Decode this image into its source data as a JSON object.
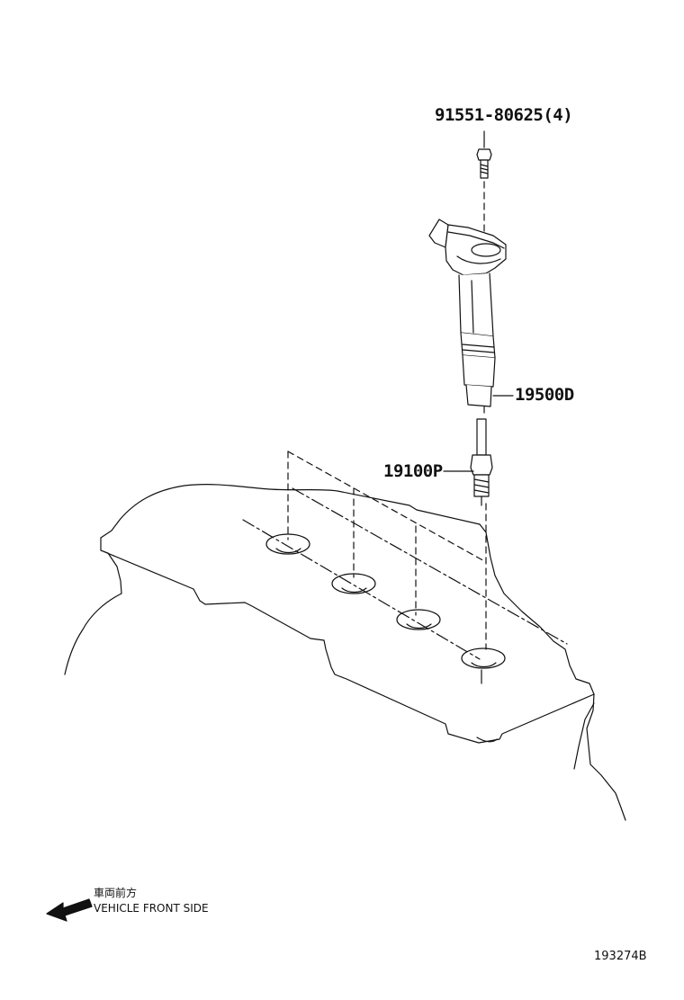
{
  "parts": {
    "bolt": {
      "number": "91551-80625(4)",
      "icon": "bolt-icon"
    },
    "ignition_coil": {
      "number": "19500D",
      "icon": "ignition-coil-icon"
    },
    "spark_plug": {
      "number": "19100P",
      "icon": "spark-plug-icon"
    }
  },
  "orientation": {
    "label_jp": "車両前方",
    "label_en": "VEHICLE FRONT SIDE",
    "icon": "direction-arrow-icon"
  },
  "diagram_id": "193274B",
  "colors": {
    "line": "#111111",
    "background": "#ffffff"
  }
}
